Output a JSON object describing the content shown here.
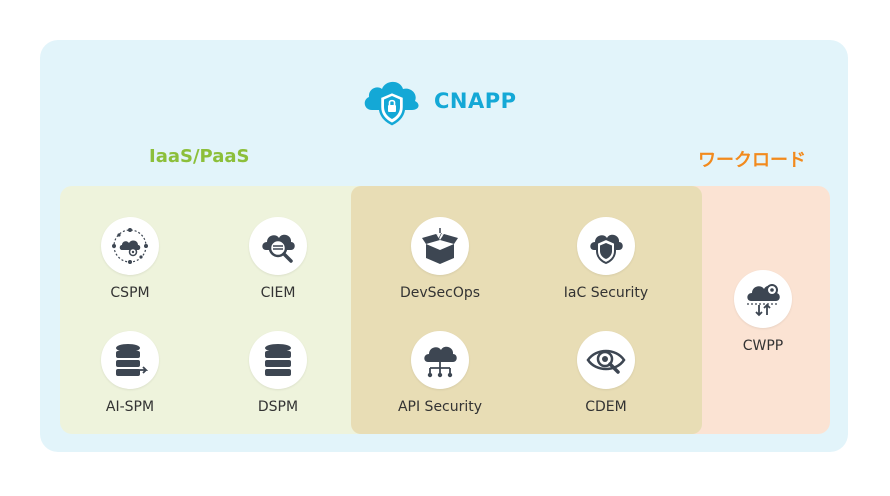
{
  "title": "CNAPP",
  "groups": {
    "iaas_label": "IaaS/PaaS",
    "workload_label": "ワークロード"
  },
  "items": [
    {
      "label": "CSPM",
      "icon": "cloud-gear-network-icon"
    },
    {
      "label": "CIEM",
      "icon": "cloud-magnifier-icon"
    },
    {
      "label": "DevSecOps",
      "icon": "box-code-icon"
    },
    {
      "label": "IaC Security",
      "icon": "cloud-shield-icon"
    },
    {
      "label": "AI-SPM",
      "icon": "database-arrow-icon"
    },
    {
      "label": "DSPM",
      "icon": "database-icon"
    },
    {
      "label": "API Security",
      "icon": "cloud-network-icon"
    },
    {
      "label": "CDEM",
      "icon": "eye-magnifier-icon"
    },
    {
      "label": "CWPP",
      "icon": "cloud-gear-arrows-icon"
    }
  ],
  "colors": {
    "background": "#e2f4fa",
    "title": "#14a8d6",
    "iaas": "#8cbf3a",
    "workload": "#f28a1d",
    "iaas_panel": "#eef3dc",
    "overlap_panel": "#e8ddb5",
    "workload_panel": "#fbe3d3",
    "icon": "#3d4652"
  }
}
